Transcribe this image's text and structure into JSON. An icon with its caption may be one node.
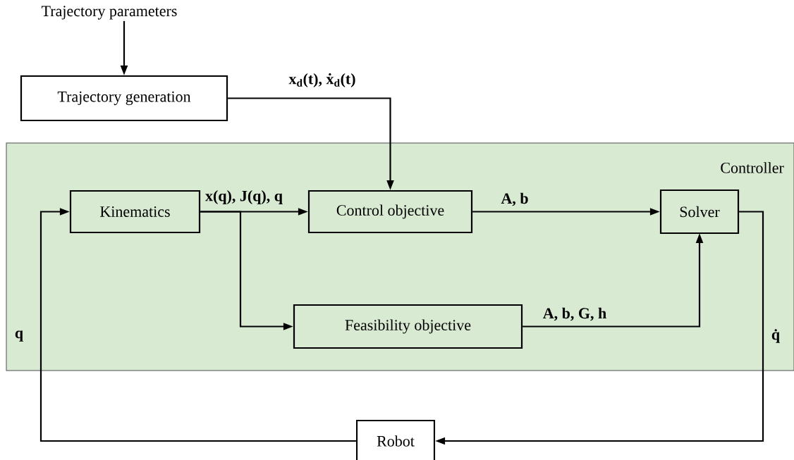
{
  "diagram": {
    "nodes": [
      {
        "text": [
          "Trajectory parameters"
        ]
      },
      {
        "text": [
          "Trajectory generation"
        ]
      },
      {
        "text": [
          "Controller"
        ]
      },
      {
        "text": [
          "Kinematics"
        ],
        "in": 2
      },
      {
        "text": [
          "Control objective"
        ],
        "in": 2
      },
      {
        "text": [
          "Solver"
        ],
        "in": 2
      },
      {
        "text": [
          "Feasibility objective"
        ],
        "in": 2
      },
      {
        "text": [
          "Robot"
        ]
      }
    ],
    "edges": [
      {
        "from": 0,
        "to": 1,
        "arrow": "to"
      },
      {
        "from": 1,
        "to": 4,
        "arrow": "to",
        "label": "**x**$_{d}$(t), **ẋ**$_{d}$(t)"
      },
      {
        "from": 3,
        "to": 4,
        "arrow": "to",
        "label": "**x(q)**, **J(q)**, **q**"
      },
      {
        "from": 3,
        "to": 6,
        "arrow": "to"
      },
      {
        "from": 4,
        "to": 5,
        "arrow": "to",
        "label": "A, b"
      },
      {
        "from": 6,
        "to": 5,
        "arrow": "to",
        "label": "A, b, G, h"
      },
      {
        "from": 5,
        "to": 7,
        "arrow": "to",
        "label": "q̇"
      },
      {
        "from": 7,
        "to": 3,
        "arrow": "to",
        "label": "q"
      }
    ]
  }
}
